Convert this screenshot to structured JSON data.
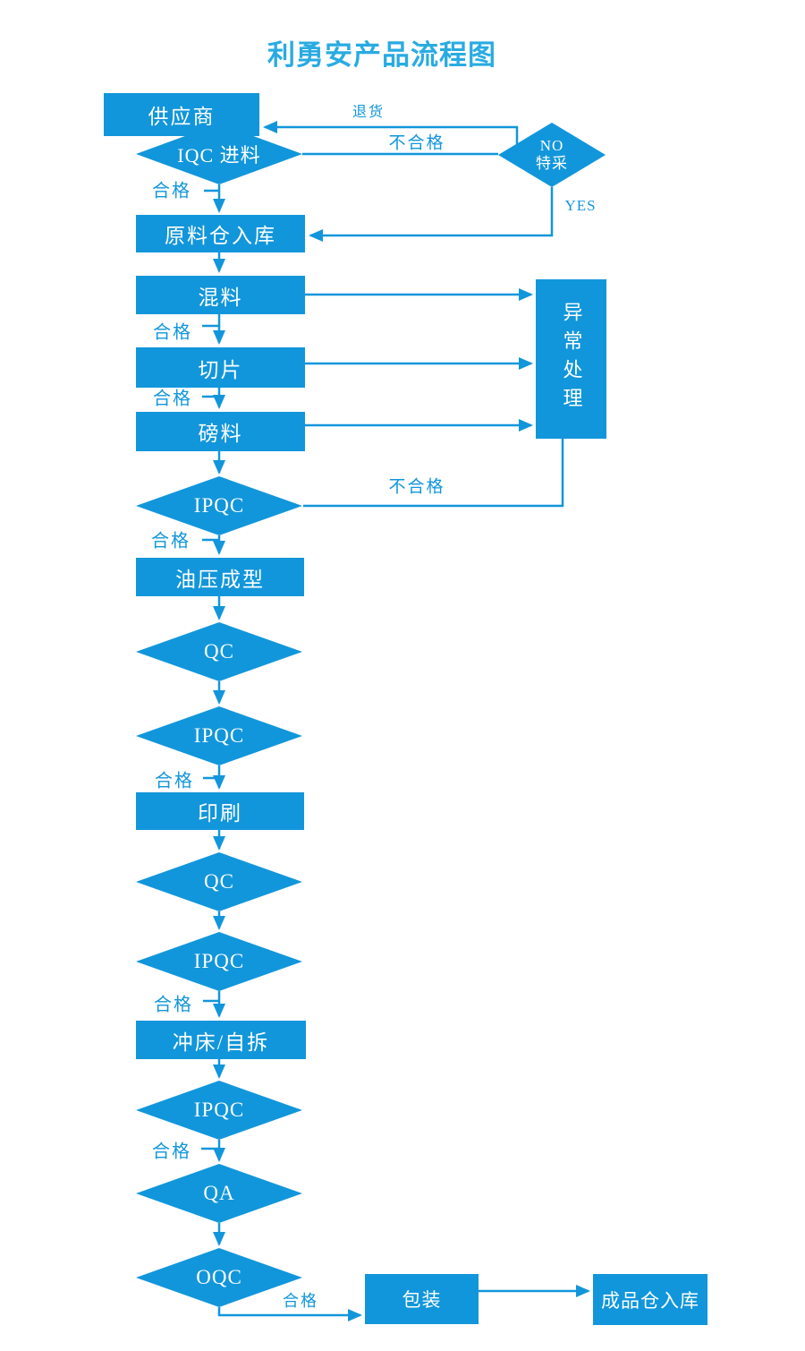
{
  "title": "利勇安产品流程图",
  "colors": {
    "shape_blue": "#1296db",
    "title_blue": "#29abe2",
    "text_on_shape": "#ffffff",
    "background": "#ffffff"
  },
  "flowchart": {
    "nodes": [
      {
        "id": "supplier",
        "shape": "rect",
        "label": "供应商"
      },
      {
        "id": "iqc-incoming",
        "shape": "diamond",
        "label": "IQC 进料"
      },
      {
        "id": "no-special-adopt",
        "shape": "diamond",
        "label": "NO\n特采"
      },
      {
        "id": "raw-material-warehouse",
        "shape": "rect",
        "label": "原料仓入库"
      },
      {
        "id": "mixing",
        "shape": "rect",
        "label": "混料"
      },
      {
        "id": "slicing",
        "shape": "rect",
        "label": "切片"
      },
      {
        "id": "weighing",
        "shape": "rect",
        "label": "磅料"
      },
      {
        "id": "exception-handling",
        "shape": "rect",
        "label": "异常处理"
      },
      {
        "id": "ipqc-1",
        "shape": "diamond",
        "label": "IPQC"
      },
      {
        "id": "hydraulic-molding",
        "shape": "rect",
        "label": "油压成型"
      },
      {
        "id": "qc-1",
        "shape": "diamond",
        "label": "QC"
      },
      {
        "id": "ipqc-2",
        "shape": "diamond",
        "label": "IPQC"
      },
      {
        "id": "printing",
        "shape": "rect",
        "label": "印刷"
      },
      {
        "id": "qc-2",
        "shape": "diamond",
        "label": "QC"
      },
      {
        "id": "ipqc-3",
        "shape": "diamond",
        "label": "IPQC"
      },
      {
        "id": "punching",
        "shape": "rect",
        "label": "冲床/自拆"
      },
      {
        "id": "ipqc-4",
        "shape": "diamond",
        "label": "IPQC"
      },
      {
        "id": "qa",
        "shape": "diamond",
        "label": "QA"
      },
      {
        "id": "oqc",
        "shape": "diamond",
        "label": "OQC"
      },
      {
        "id": "packaging",
        "shape": "rect",
        "label": "包装"
      },
      {
        "id": "finished-warehouse",
        "shape": "rect",
        "label": "成品仓入库"
      }
    ],
    "edge_labels": {
      "return_goods": "退货",
      "not_qualified_top": "不合格",
      "not_qualified_mid": "不合格",
      "yes": "YES",
      "qualified": [
        "合格",
        "合格",
        "合格",
        "合格",
        "合格",
        "合格",
        "合格",
        "合格"
      ]
    },
    "edges": [
      {
        "from": "supplier",
        "to": "iqc-incoming",
        "label": ""
      },
      {
        "from": "iqc-incoming",
        "to": "no-special-adopt",
        "label": "不合格"
      },
      {
        "from": "no-special-adopt",
        "to": "supplier",
        "label": "退货"
      },
      {
        "from": "no-special-adopt",
        "to": "raw-material-warehouse",
        "label": "YES"
      },
      {
        "from": "iqc-incoming",
        "to": "raw-material-warehouse",
        "label": "合格"
      },
      {
        "from": "raw-material-warehouse",
        "to": "mixing",
        "label": ""
      },
      {
        "from": "mixing",
        "to": "exception-handling",
        "label": ""
      },
      {
        "from": "mixing",
        "to": "slicing",
        "label": "合格"
      },
      {
        "from": "slicing",
        "to": "exception-handling",
        "label": ""
      },
      {
        "from": "slicing",
        "to": "weighing",
        "label": "合格"
      },
      {
        "from": "weighing",
        "to": "exception-handling",
        "label": ""
      },
      {
        "from": "weighing",
        "to": "ipqc-1",
        "label": ""
      },
      {
        "from": "ipqc-1",
        "to": "exception-handling",
        "label": "不合格"
      },
      {
        "from": "ipqc-1",
        "to": "hydraulic-molding",
        "label": "合格"
      },
      {
        "from": "hydraulic-molding",
        "to": "qc-1",
        "label": ""
      },
      {
        "from": "qc-1",
        "to": "ipqc-2",
        "label": ""
      },
      {
        "from": "ipqc-2",
        "to": "printing",
        "label": "合格"
      },
      {
        "from": "printing",
        "to": "qc-2",
        "label": ""
      },
      {
        "from": "qc-2",
        "to": "ipqc-3",
        "label": ""
      },
      {
        "from": "ipqc-3",
        "to": "punching",
        "label": "合格"
      },
      {
        "from": "punching",
        "to": "ipqc-4",
        "label": ""
      },
      {
        "from": "ipqc-4",
        "to": "qa",
        "label": "合格"
      },
      {
        "from": "qa",
        "to": "oqc",
        "label": ""
      },
      {
        "from": "oqc",
        "to": "packaging",
        "label": "合格"
      },
      {
        "from": "packaging",
        "to": "finished-warehouse",
        "label": ""
      }
    ]
  }
}
